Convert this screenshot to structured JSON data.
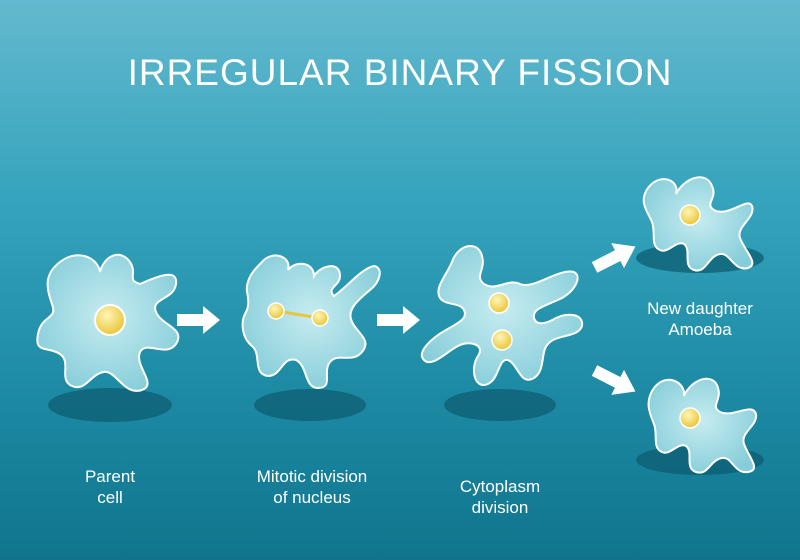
{
  "title": "IRREGULAR BINARY FISSION",
  "labels": {
    "parent": {
      "line1": "Parent",
      "line2": "cell"
    },
    "mitotic": {
      "line1": "Mitotic division",
      "line2": "of nucleus"
    },
    "cytoplasm": {
      "line1": "Cytoplasm",
      "line2": "division"
    },
    "daughter": {
      "line1": "New daughter",
      "line2": "Amoeba"
    }
  },
  "colors": {
    "cell_fill": "#a9dfe7",
    "cell_outline": "#ffffff",
    "nucleus": "#f6dc5a",
    "shadow": "#0d5e73",
    "arrow": "#ffffff"
  },
  "icons": [
    "arrow-right-icon",
    "arrow-right-icon",
    "arrow-up-right-icon",
    "arrow-down-right-icon"
  ]
}
